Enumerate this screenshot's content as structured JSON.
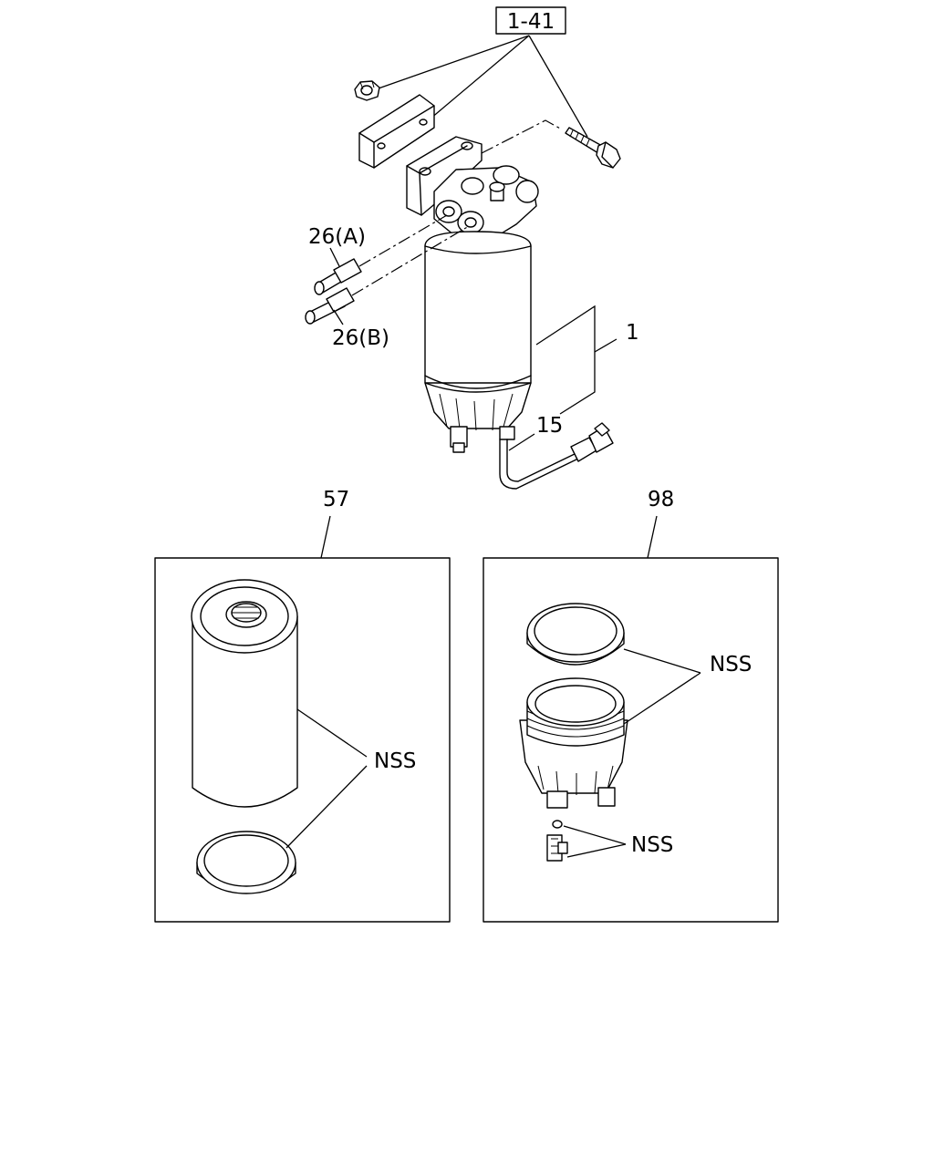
{
  "callouts": {
    "ref_box": "1-41",
    "part_1": "1",
    "part_15": "15",
    "part_26a": "26(A)",
    "part_26b": "26(B)",
    "part_57": "57",
    "part_98": "98"
  },
  "panels": {
    "left": {
      "nss_label": "NSS"
    },
    "right": {
      "nss_label_top": "NSS",
      "nss_label_bottom": "NSS"
    }
  }
}
